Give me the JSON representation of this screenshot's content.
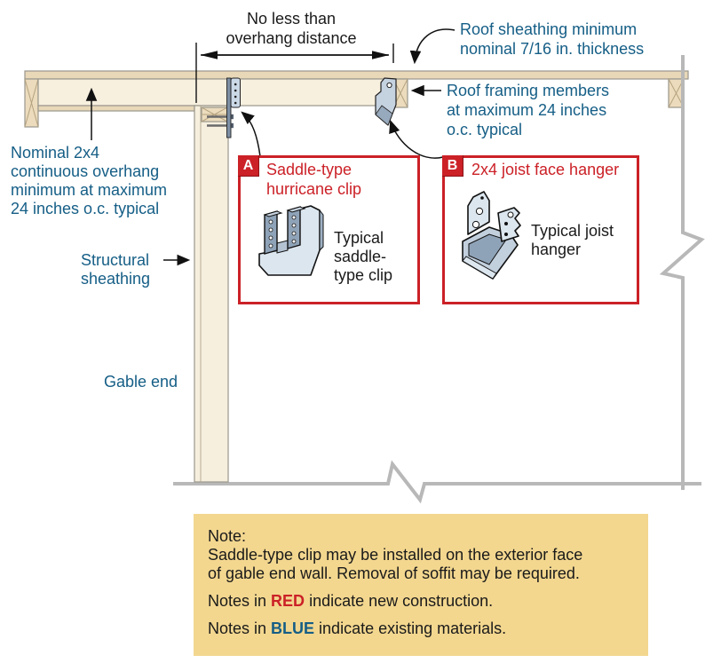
{
  "colors": {
    "new_construction_red": "#cb2127",
    "existing_materials_blue": "#155e86",
    "note_background": "#f3d78f",
    "wood_light": "#f8f0df",
    "wood_tan": "#e8d8b8",
    "metal_light": "#dce6ef",
    "metal_dark": "#8fa3b8",
    "break_line_gray": "#b8b8b8"
  },
  "dimension": {
    "lines": [
      "No less than",
      "overhang distance"
    ]
  },
  "labels": {
    "roof_sheathing": {
      "lines": [
        "Roof sheathing minimum",
        "nominal 7/16 in. thickness"
      ]
    },
    "roof_framing": {
      "lines": [
        "Roof framing members",
        "at maximum 24 inches",
        "o.c. typical"
      ]
    },
    "nominal_overhang": {
      "lines": [
        "Nominal 2x4",
        "continuous overhang",
        "minimum at maximum",
        "24 inches o.c. typical"
      ]
    },
    "structural_sheathing": {
      "lines": [
        "Structural",
        "sheathing"
      ]
    },
    "gable_end": "Gable end"
  },
  "callout_a": {
    "badge": "A",
    "title_lines": [
      "Saddle-type",
      "hurricane clip"
    ],
    "caption_lines": [
      "Typical",
      "saddle-",
      "type clip"
    ]
  },
  "callout_b": {
    "badge": "B",
    "title": "2x4 joist face hanger",
    "caption_lines": [
      "Typical joist",
      "hanger"
    ]
  },
  "note": {
    "heading": "Note:",
    "body_lines": [
      "Saddle-type clip may be installed on the exterior face",
      "of gable end wall. Removal of soffit may be required."
    ],
    "legend": [
      {
        "prefix": "Notes in ",
        "keyword": "RED",
        "suffix": " indicate new construction."
      },
      {
        "prefix": "Notes in ",
        "keyword": "BLUE",
        "suffix": " indicate existing materials."
      }
    ]
  }
}
